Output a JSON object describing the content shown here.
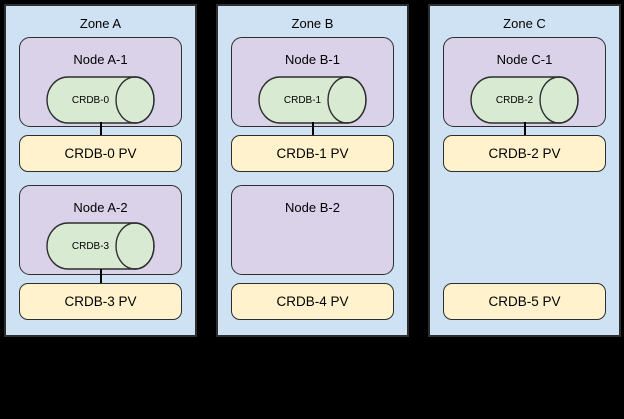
{
  "diagram": {
    "type": "architecture-diagram",
    "colors": {
      "background": "#000000",
      "zone_fill": "#cfe2f3",
      "node_fill": "#d9d2e9",
      "pod_fill": "#d9ead3",
      "pv_fill": "#fff2cc",
      "shape_border": "#2e2e2e",
      "connector": "#000000"
    },
    "zones": [
      {
        "label": "Zone A",
        "nodes": [
          {
            "label": "Node A-1",
            "pod": "CRDB-0",
            "connected_pv": "CRDB-0 PV"
          },
          {
            "label": "Node A-2",
            "pod": "CRDB-3",
            "connected_pv": "CRDB-3 PV"
          }
        ],
        "pvs": [
          "CRDB-0 PV",
          "CRDB-3 PV"
        ]
      },
      {
        "label": "Zone B",
        "nodes": [
          {
            "label": "Node B-1",
            "pod": "CRDB-1",
            "connected_pv": "CRDB-1 PV"
          },
          {
            "label": "Node B-2",
            "pod": null,
            "connected_pv": null
          }
        ],
        "pvs": [
          "CRDB-1 PV",
          "CRDB-4 PV"
        ]
      },
      {
        "label": "Zone C",
        "nodes": [
          {
            "label": "Node C-1",
            "pod": "CRDB-2",
            "connected_pv": "CRDB-2 PV"
          }
        ],
        "pvs": [
          "CRDB-2 PV",
          "CRDB-5 PV"
        ]
      }
    ]
  }
}
